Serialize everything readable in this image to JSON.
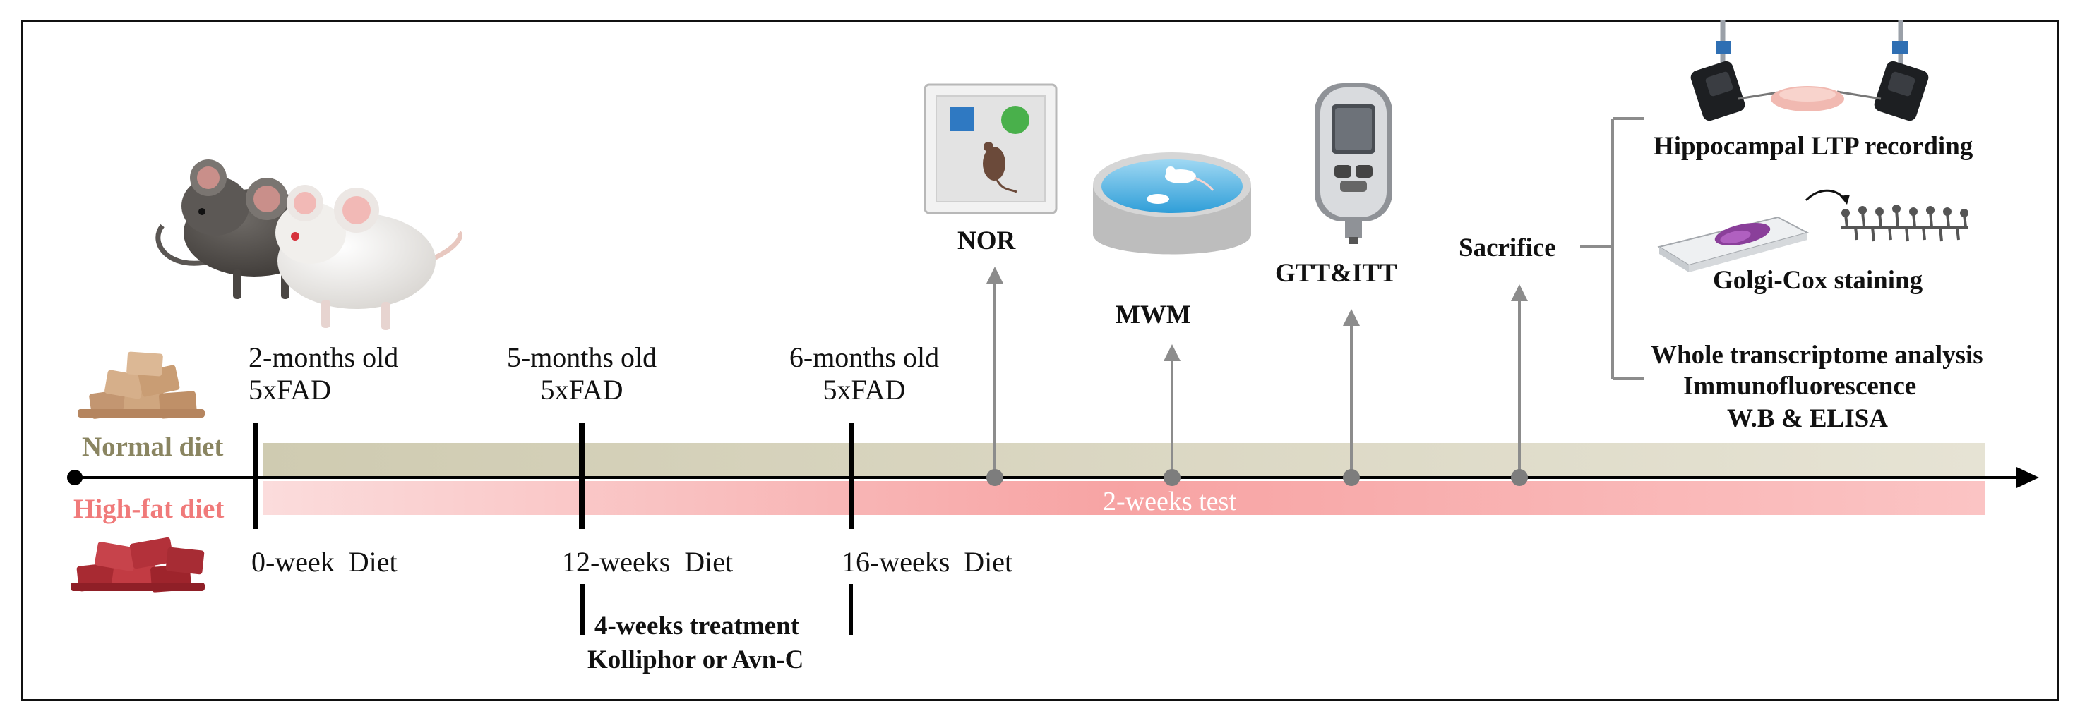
{
  "timeline": {
    "normal_diet_label": "Normal diet",
    "high_fat_diet_label": "High-fat diet",
    "test_period_label": "2-weeks test"
  },
  "ages": [
    {
      "line1": "2-months old",
      "line2": "5xFAD"
    },
    {
      "line1": "5-months old",
      "line2": "5xFAD"
    },
    {
      "line1": "6-months old",
      "line2": "5xFAD"
    }
  ],
  "diet_weeks": [
    "0-week  Diet",
    "12-weeks  Diet",
    "16-weeks  Diet"
  ],
  "treatment": {
    "line1": "4-weeks treatment",
    "line2": "Kolliphor or Avn-C"
  },
  "tests": {
    "nor": "NOR",
    "mwm": "MWM",
    "gtt_itt": "GTT&ITT",
    "sacrifice": "Sacrifice"
  },
  "analyses": {
    "ltp": "Hippocampal LTP recording",
    "golgi": "Golgi-Cox staining",
    "transcriptome": "Whole transcriptome analysis",
    "immuno": "Immunofluorescence",
    "wb_elisa": "W.B & ELISA"
  },
  "colors": {
    "normal_diet": "#8a8561",
    "normal_band": "#d9d6c3",
    "high_fat_diet": "#f07a7a",
    "high_fat_band": "#f9a7a7",
    "arrow_gray": "#8c8c8c",
    "normal_chow": "#c9a079",
    "high_fat_chow": "#b8323a"
  }
}
